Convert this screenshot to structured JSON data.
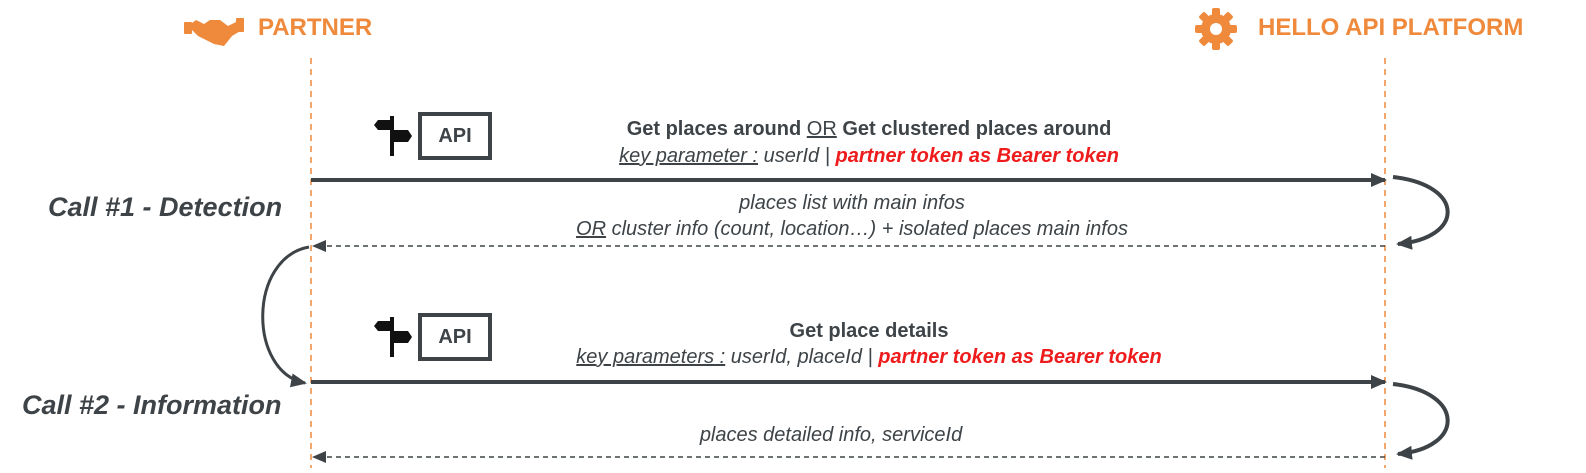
{
  "actors": {
    "partner": "PARTNER",
    "platform": "HELLO API PLATFORM",
    "partner_icon": "handshake-icon",
    "platform_icon": "gear-icon",
    "accent_color": "#ef8a3c"
  },
  "calls": [
    {
      "label": "Call #1 - Detection",
      "api_label": "API",
      "request_title_a": "Get places around",
      "request_title_or": "OR",
      "request_title_b": "Get clustered places around",
      "param_label": "key parameter :",
      "param_values": "userId |",
      "token": "partner token as Bearer token",
      "response_line1": "places list with main infos",
      "response_or": "OR",
      "response_line2": "cluster info (count, location…) + isolated places main infos"
    },
    {
      "label": "Call #2 - Information",
      "api_label": "API",
      "request_title": "Get place details",
      "param_label": "key parameters :",
      "param_values": "userId, placeId |",
      "token": "partner token as Bearer token",
      "response_line1": "places detailed info, serviceId"
    }
  ],
  "colors": {
    "dark": "#3d4347",
    "token_red": "#ee1c1c",
    "lifeline": "#ef8a3c"
  }
}
